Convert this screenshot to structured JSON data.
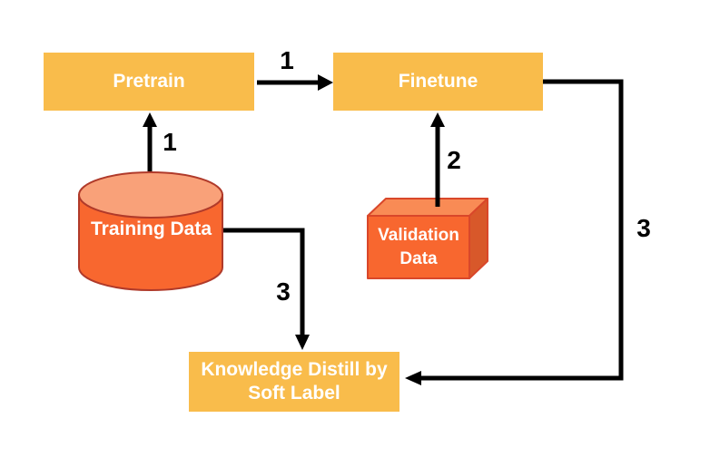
{
  "colors": {
    "canvas_bg": "#FFFFFF",
    "box_fill": "#F9BC4B",
    "data_fill": "#F8672F",
    "data_top_fill": "#F9A179",
    "data_stroke": "#B03A2A",
    "cube_top_fill": "#F98B55",
    "cube_side_fill": "#D8582A",
    "cube_stroke": "#D9472A",
    "arrow_color": "#000000",
    "node_text_color": "#FFFFFF",
    "edge_label_color": "#000000"
  },
  "nodes": {
    "pretrain": {
      "label": "Pretrain"
    },
    "finetune": {
      "label": "Finetune"
    },
    "training_data": {
      "label": "Training Data"
    },
    "validation_data": {
      "label": "Validation Data"
    },
    "knowledge_distill": {
      "label": "Knowledge Distill by Soft Label"
    }
  },
  "edges": {
    "pretrain_to_finetune": {
      "label": "1"
    },
    "training_to_pretrain": {
      "label": "1"
    },
    "validation_to_finetune": {
      "label": "2"
    },
    "training_to_distill": {
      "label": "3"
    },
    "finetune_to_distill": {
      "label": "3"
    }
  }
}
